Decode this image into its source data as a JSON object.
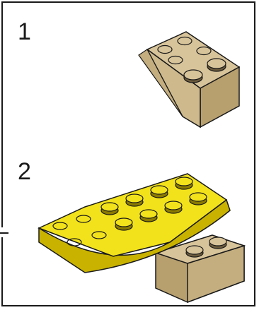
{
  "steps": [
    {
      "number": "1",
      "part": "tan-inverted-slope-brick"
    },
    {
      "number": "2",
      "part": "yellow-inverted-slope-brick-assembly"
    }
  ],
  "colors": {
    "tan": "#d8c49a",
    "tan_dark": "#b79f6e",
    "tan_stud_hole": "#6a5a3c",
    "yellow": "#f2e21b",
    "yellow_dark": "#c9b300",
    "outline": "#1a1a1a"
  }
}
